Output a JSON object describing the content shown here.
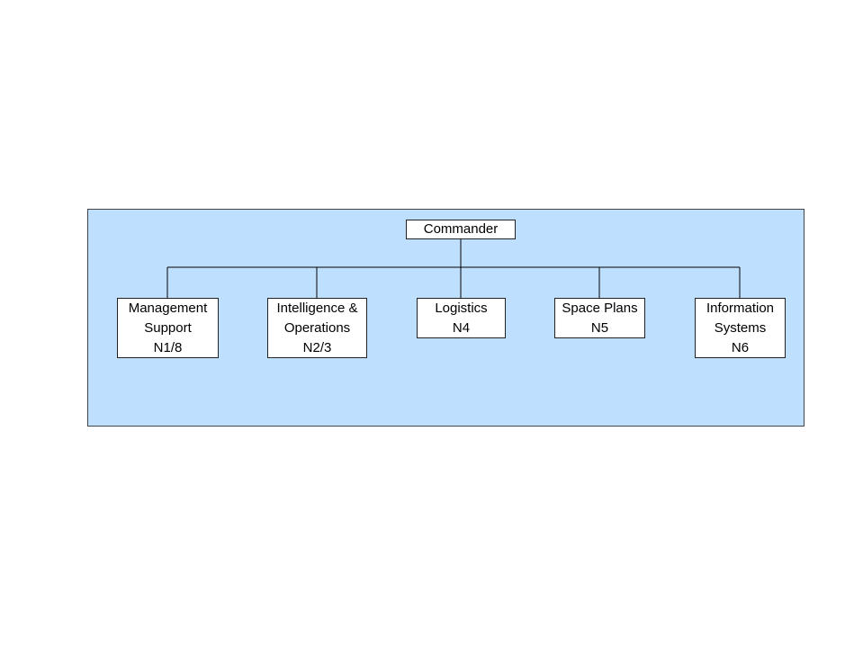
{
  "org_chart": {
    "root": {
      "label": "Commander"
    },
    "children": [
      {
        "lines": [
          "Management",
          "Support",
          "N1/8"
        ]
      },
      {
        "lines": [
          "Intelligence &",
          "Operations",
          "N2/3"
        ]
      },
      {
        "lines": [
          "Logistics",
          "N4"
        ]
      },
      {
        "lines": [
          "Space Plans",
          "N5"
        ]
      },
      {
        "lines": [
          "Information",
          "Systems",
          "N6"
        ]
      }
    ]
  },
  "colors": {
    "panel": "#bfdfff",
    "node": "#ffffff",
    "border": "#222222"
  }
}
